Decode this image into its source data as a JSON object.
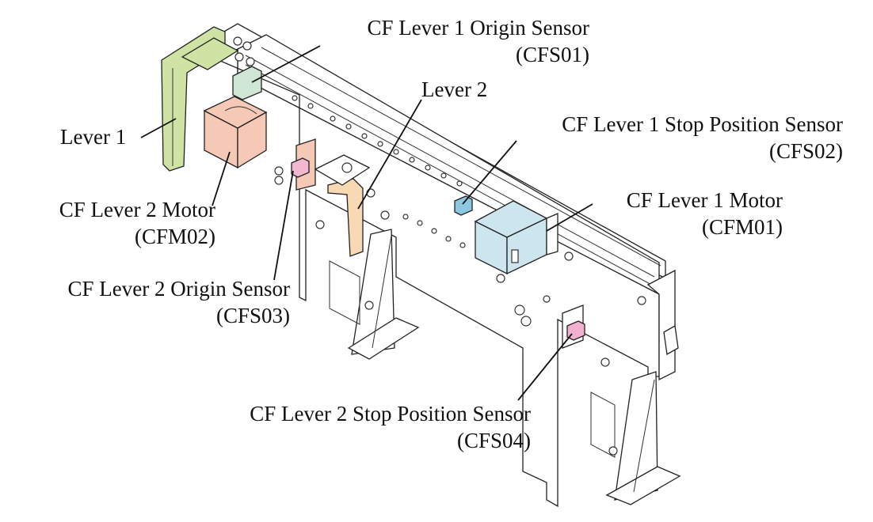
{
  "labels": {
    "cfs01": {
      "name": "CF Lever 1 Origin Sensor",
      "code": "(CFS01)"
    },
    "lever2": {
      "name": "Lever 2"
    },
    "cfs02": {
      "name": "CF Lever 1 Stop Position Sensor",
      "code": "(CFS02)"
    },
    "lever1": {
      "name": "Lever 1"
    },
    "cfm02": {
      "name": "CF Lever 2 Motor",
      "code": "(CFM02)"
    },
    "cfm01": {
      "name": "CF Lever 1 Motor",
      "code": "(CFM01)"
    },
    "cfs03": {
      "name": "CF Lever 2 Origin Sensor",
      "code": "(CFS03)"
    },
    "cfs04": {
      "name": "CF Lever 2 Stop Position Sensor",
      "code": "(CFS04)"
    }
  },
  "colors": {
    "lever1": "#cfe3a4",
    "cf_lever2_motor": "#f6c9b6",
    "lever2": "#f8d9b4",
    "cf_lever1_motor": "#cde5ef",
    "origin_sensor_1": "#cfe6d4",
    "stop_sensor_1": "#8ec8e0",
    "origin_sensor_2": "#f3b8cf",
    "stop_sensor_2": "#f1b0cf",
    "frame": "#ffffff",
    "line": "#222222"
  }
}
